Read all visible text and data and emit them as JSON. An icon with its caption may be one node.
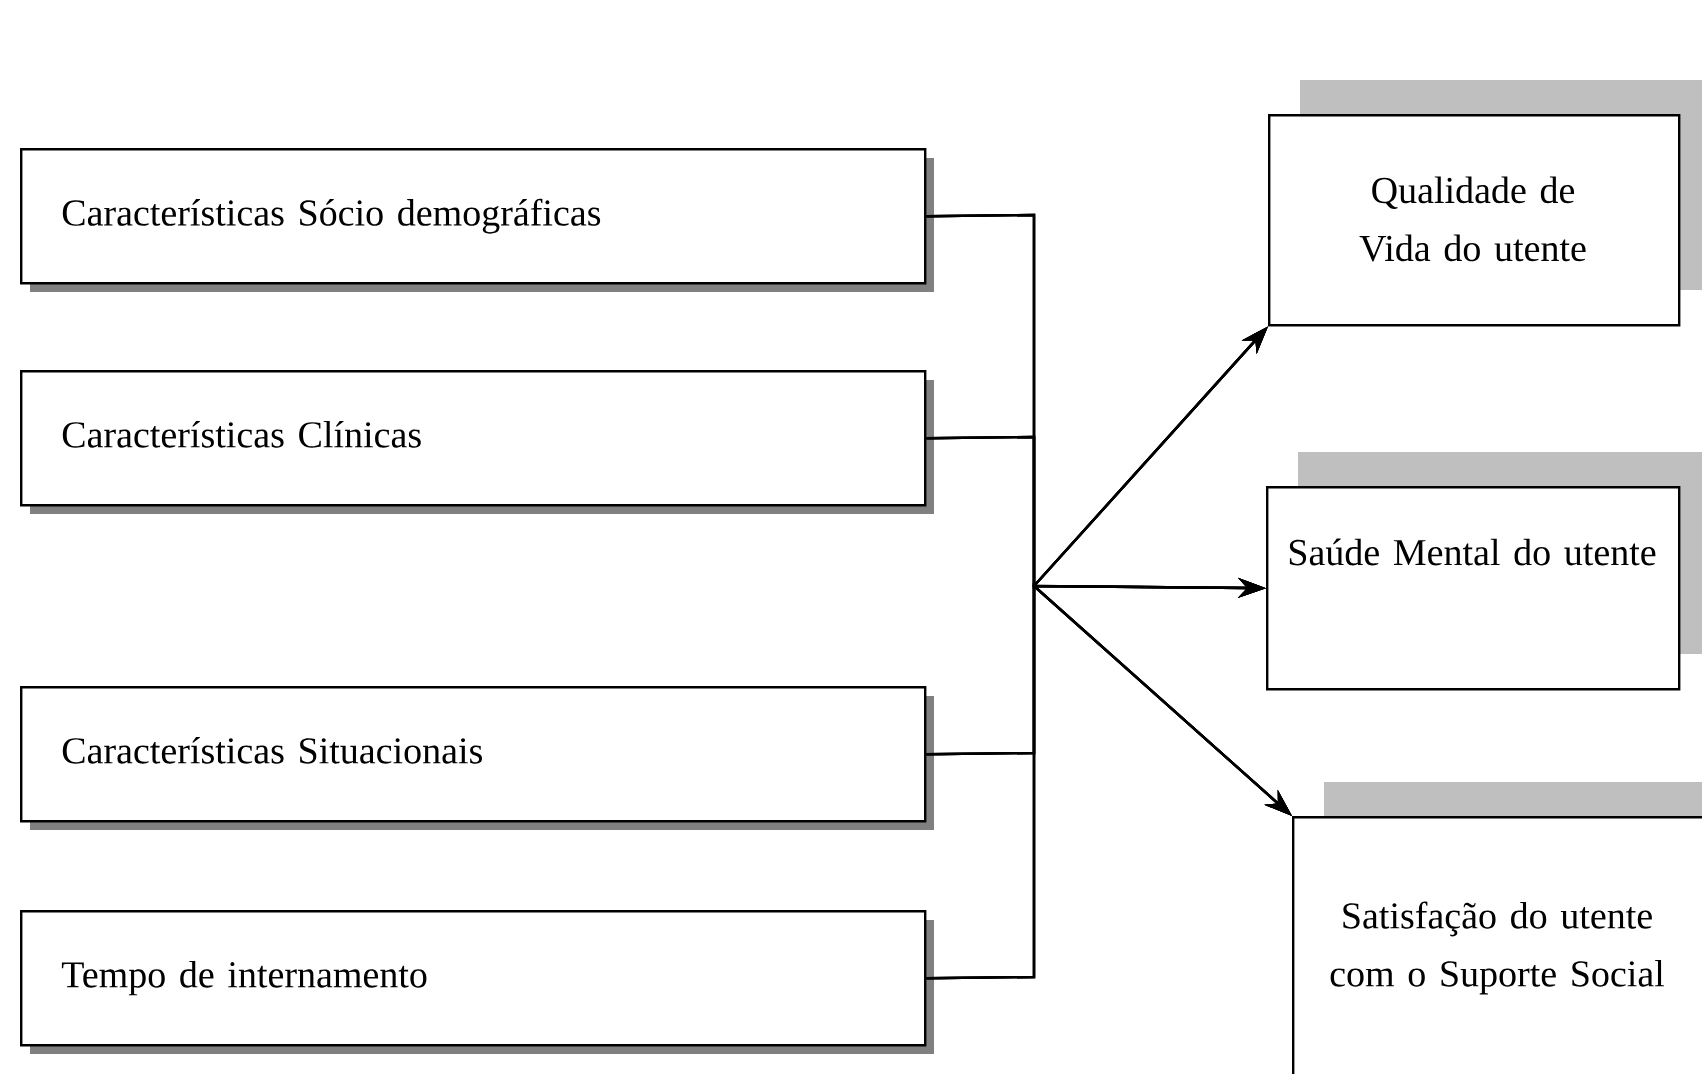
{
  "diagram": {
    "nodes": [
      {
        "text": [
          "Características Sócio demográficas"
        ]
      },
      {
        "text": [
          "Características Clínicas"
        ]
      },
      {
        "text": [
          "Características  Situacionais"
        ]
      },
      {
        "text": [
          "Tempo de internamento"
        ]
      },
      {
        "text": [
          "Qualidade de Vida do utente"
        ]
      },
      {
        "text": [
          "Saúde Mental do utente"
        ]
      },
      {
        "text": [
          "Satisfação do utente com o Suporte Social"
        ]
      }
    ],
    "edges": [
      {
        "from": 0,
        "to": 4,
        "arrow": "to"
      },
      {
        "from": 0,
        "to": 5,
        "arrow": "to"
      },
      {
        "from": 0,
        "to": 6,
        "arrow": "to"
      },
      {
        "from": 1,
        "to": 4,
        "arrow": "to"
      },
      {
        "from": 1,
        "to": 5,
        "arrow": "to"
      },
      {
        "from": 1,
        "to": 6,
        "arrow": "to"
      },
      {
        "from": 2,
        "to": 4,
        "arrow": "to"
      },
      {
        "from": 2,
        "to": 5,
        "arrow": "to"
      },
      {
        "from": 2,
        "to": 6,
        "arrow": "to"
      },
      {
        "from": 3,
        "to": 4,
        "arrow": "to"
      },
      {
        "from": 3,
        "to": 5,
        "arrow": "to"
      },
      {
        "from": 3,
        "to": 6,
        "arrow": "to"
      }
    ]
  }
}
